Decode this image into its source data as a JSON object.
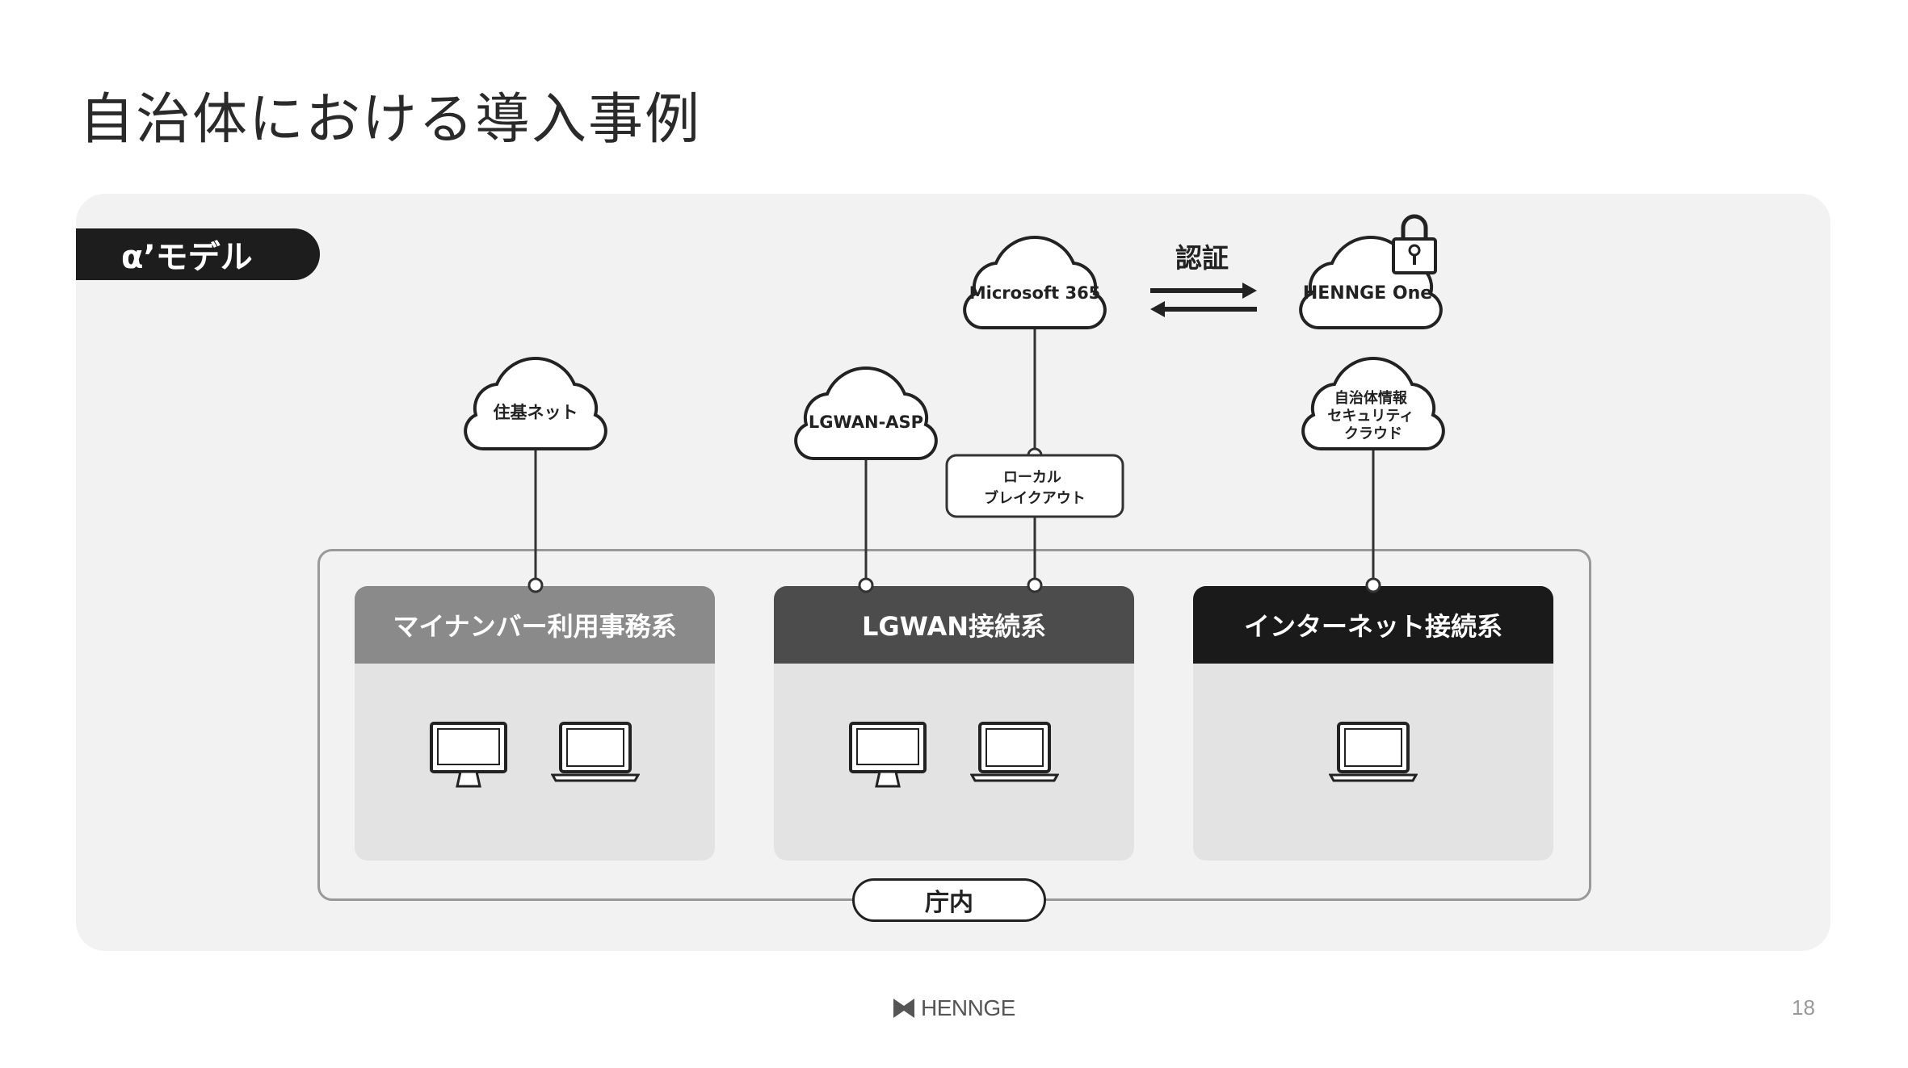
{
  "slide": {
    "title": "自治体における導入事例",
    "model_label": "α’モデル",
    "page_number": "18",
    "footer_brand": "HENNGE"
  },
  "clouds": {
    "juki": "住基ネット",
    "lgwan_asp": "LGWAN-ASP",
    "microsoft365": "Microsoft 365",
    "hennge_one": "HENNGE One",
    "security_cloud": [
      "自治体情報",
      "セキュリティ",
      "クラウド"
    ]
  },
  "local_breakout": [
    "ローカル",
    "ブレイクアウト"
  ],
  "auth_label": "認証",
  "zones": [
    {
      "label": "マイナンバー利用事務系",
      "devices": [
        "desktop-icon",
        "laptop-icon"
      ]
    },
    {
      "label": "LGWAN接続系",
      "devices": [
        "desktop-icon",
        "laptop-icon"
      ]
    },
    {
      "label": "インターネット接続系",
      "devices": [
        "laptop-icon"
      ]
    }
  ],
  "office_label": "庁内",
  "colors": {
    "zone1_header": "#8a8a8a",
    "zone2_header": "#4c4c4c",
    "zone3_header": "#1a1a1a",
    "panel_bg": "#f2f2f2"
  }
}
